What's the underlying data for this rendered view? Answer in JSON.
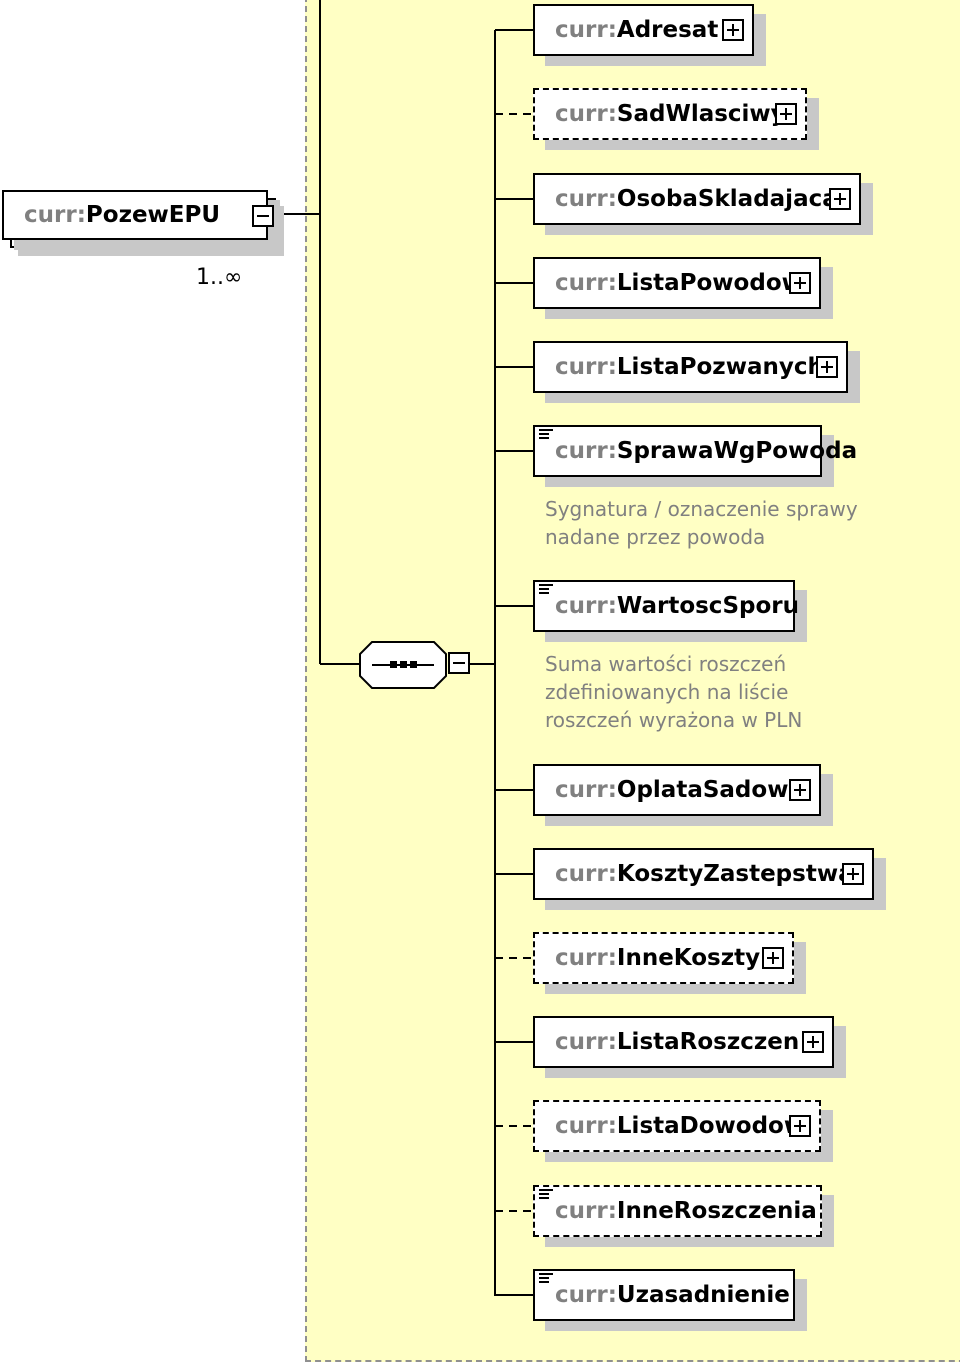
{
  "root": {
    "prefix": "curr:",
    "name": "PozewEPU",
    "cardinality": "1..∞"
  },
  "compositor": "sequence",
  "children": [
    {
      "prefix": "curr:",
      "name": "Adresat",
      "optional": false,
      "expandable": true,
      "simple": false
    },
    {
      "prefix": "curr:",
      "name": "SadWlasciwy",
      "optional": true,
      "expandable": true,
      "simple": false
    },
    {
      "prefix": "curr:",
      "name": "OsobaSkladajaca",
      "optional": false,
      "expandable": true,
      "simple": false
    },
    {
      "prefix": "curr:",
      "name": "ListaPowodow",
      "optional": false,
      "expandable": true,
      "simple": false
    },
    {
      "prefix": "curr:",
      "name": "ListaPozwanych",
      "optional": false,
      "expandable": true,
      "simple": false
    },
    {
      "prefix": "curr:",
      "name": "SprawaWgPowoda",
      "optional": false,
      "expandable": false,
      "simple": true,
      "doc": "Sygnatura / oznaczenie sprawy\nnadane przez powoda"
    },
    {
      "prefix": "curr:",
      "name": "WartoscSporu",
      "optional": false,
      "expandable": false,
      "simple": true,
      "doc": "Suma wartości roszczeń\nzdefiniowanych na liście\nroszczeń wyrażona w PLN"
    },
    {
      "prefix": "curr:",
      "name": "OplataSadowa",
      "optional": false,
      "expandable": true,
      "simple": false
    },
    {
      "prefix": "curr:",
      "name": "KosztyZastepstwa",
      "optional": false,
      "expandable": true,
      "simple": false
    },
    {
      "prefix": "curr:",
      "name": "InneKoszty",
      "optional": true,
      "expandable": true,
      "simple": false
    },
    {
      "prefix": "curr:",
      "name": "ListaRoszczen",
      "optional": false,
      "expandable": true,
      "simple": false
    },
    {
      "prefix": "curr:",
      "name": "ListaDowodow",
      "optional": true,
      "expandable": true,
      "simple": false
    },
    {
      "prefix": "curr:",
      "name": "InneRoszczenia",
      "optional": true,
      "expandable": false,
      "simple": true
    },
    {
      "prefix": "curr:",
      "name": "Uzasadnienie",
      "optional": false,
      "expandable": false,
      "simple": true
    }
  ]
}
